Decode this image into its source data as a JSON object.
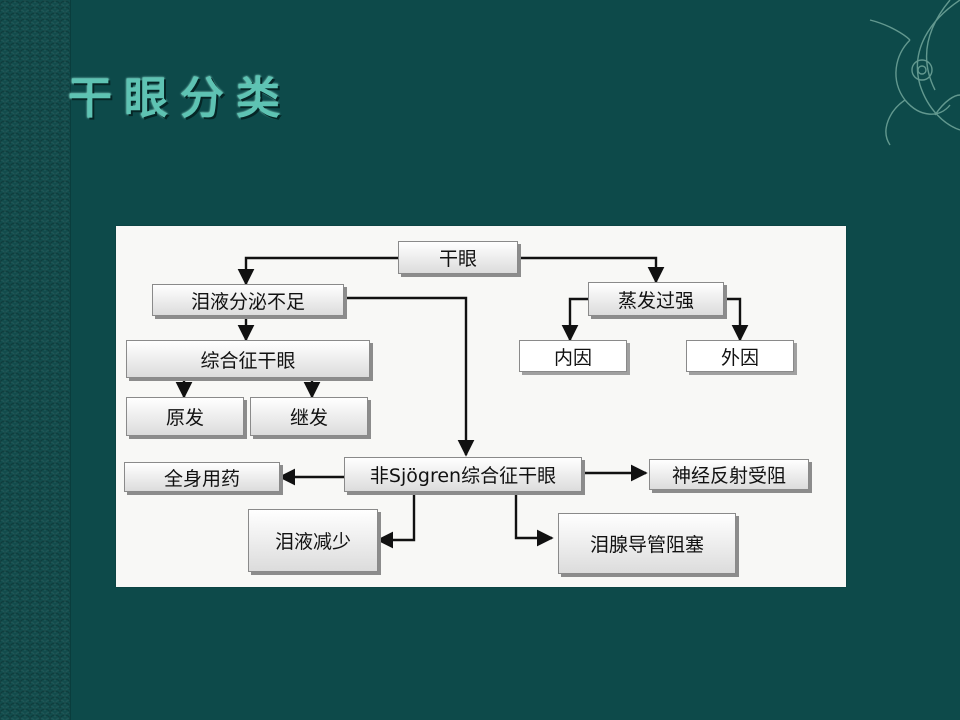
{
  "slide": {
    "title": "干眼分类"
  },
  "diagram": {
    "nodes": {
      "root": "干眼",
      "tear_deficiency": "泪液分泌不足",
      "evaporative": "蒸发过强",
      "intrinsic": "内因",
      "extrinsic": "外因",
      "sjogren": "综合征干眼",
      "primary": "原发",
      "secondary": "继发",
      "non_sjogren": "非Sjögren综合征干眼",
      "systemic_drugs": "全身用药",
      "reflex_block": "神经反射受阻",
      "tear_reduction": "泪液减少",
      "duct_obstruction": "泪腺导管阻塞"
    }
  },
  "colors": {
    "background": "#0d4a4a",
    "title": "#5ec3b3",
    "line": "#111111"
  },
  "icons": {
    "ornament": "floral-ornament-icon"
  }
}
